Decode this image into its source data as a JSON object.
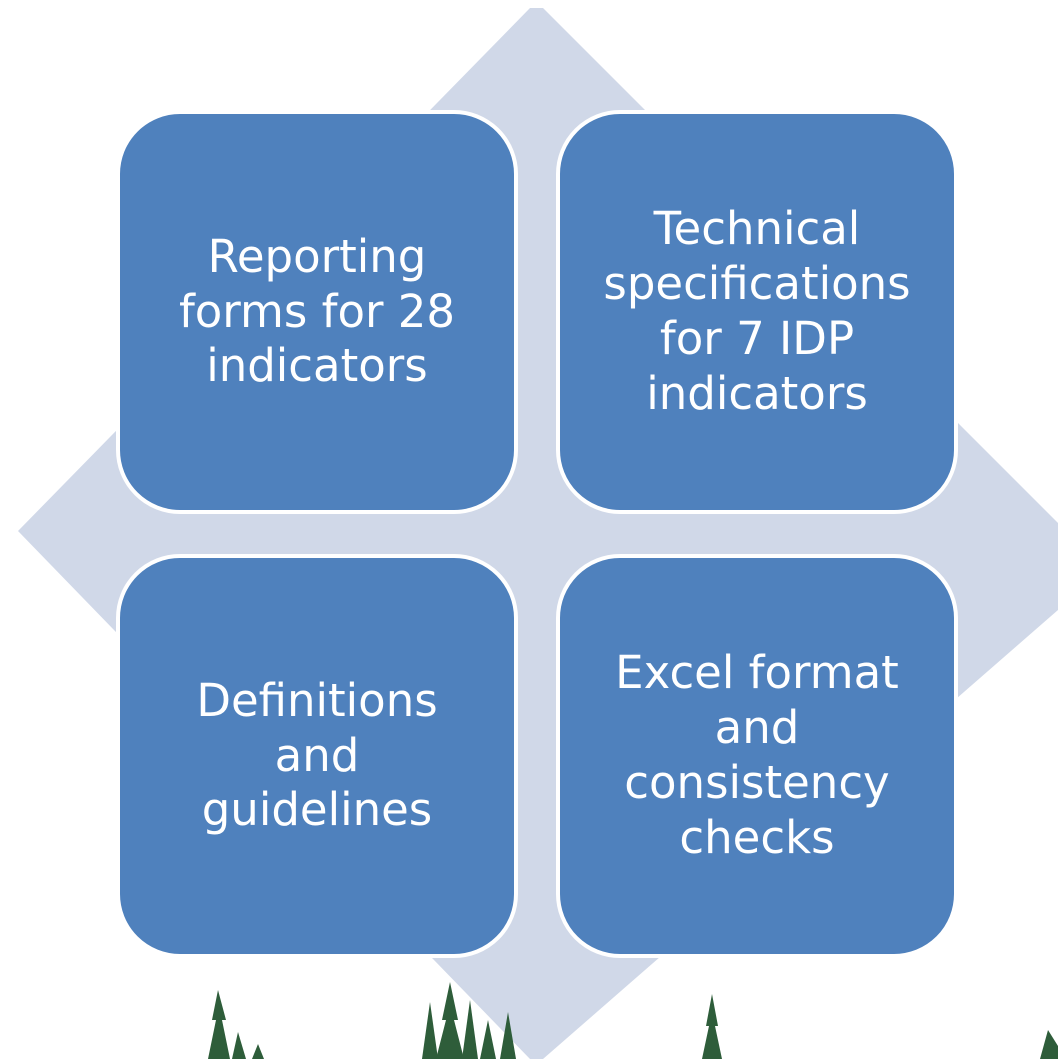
{
  "colors": {
    "card_fill": "#4f81bd",
    "card_border": "#ffffff",
    "card_text": "#ffffff",
    "diamond_fill": "#d0d8e8",
    "tree_fill": "#2e5d3a"
  },
  "cards": [
    {
      "lines": [
        "Reporting",
        "forms for 28",
        "indicators"
      ]
    },
    {
      "lines": [
        "Technical",
        "specifications",
        "for 7 IDP",
        "indicators"
      ]
    },
    {
      "lines": [
        "Definitions",
        "and",
        "guidelines"
      ]
    },
    {
      "lines": [
        "Excel format",
        "and",
        "consistency",
        "checks"
      ]
    }
  ]
}
